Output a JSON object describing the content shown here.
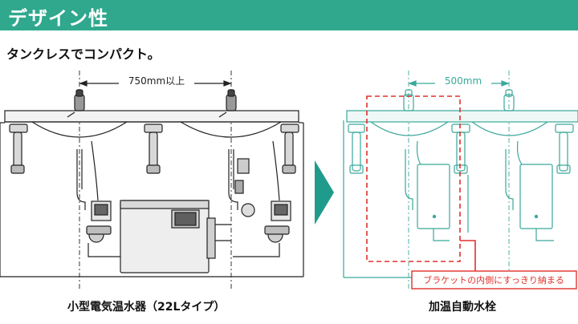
{
  "header": {
    "title": "デザイン性"
  },
  "subtitle": "タンクレスでコンパクト。",
  "left_diagram": {
    "dimension_label": "750mm以上",
    "caption": "小型電気温水器（22Lタイプ）"
  },
  "right_diagram": {
    "dimension_label": "500mm",
    "callout": "ブラケットの内側にすっきり納まる",
    "caption": "加温自動水栓"
  },
  "colors": {
    "header_bg": "#2fa88e",
    "teal_line": "#3aa89a",
    "callout_red": "#e0302a",
    "arrow_teal": "#1f9b8c"
  }
}
